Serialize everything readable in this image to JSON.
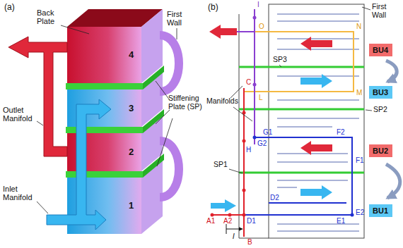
{
  "diagram": {
    "nodes": [
      {
        "text": [
          "4"
        ]
      },
      {
        "text": [
          "3"
        ]
      },
      {
        "text": [
          "2"
        ]
      },
      {
        "text": [
          "1"
        ]
      },
      {
        "text": [
          "BU4"
        ]
      },
      {
        "text": [
          "BU3"
        ]
      },
      {
        "text": [
          "BU2"
        ]
      },
      {
        "text": [
          "BU1"
        ]
      }
    ],
    "labels": [
      "(a)",
      "Back Plate",
      "First Wall",
      "Outlet Manifold",
      "Inlet Manifold",
      "Stiffening Plate (SP)",
      "(b)",
      "First Wall",
      "I",
      "O",
      "N",
      "SP3",
      "C",
      "L",
      "M",
      "SP2",
      "Manifolds",
      "G1",
      "F2",
      "H",
      "G2",
      "F1",
      "SP1",
      "D2",
      "E2",
      "E1",
      "D1",
      "A1",
      "A2",
      "B",
      "l"
    ]
  }
}
